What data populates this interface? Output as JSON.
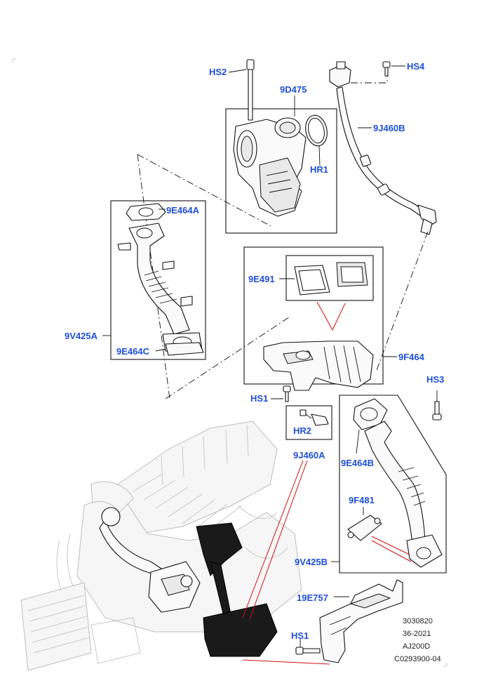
{
  "callouts": {
    "hs2": "HS2",
    "p9d475": "9D475",
    "hr1": "HR1",
    "hs4": "HS4",
    "p9j460b": "9J460B",
    "p9e464a": "9E464A",
    "p9v425a": "9V425A",
    "p9e464c": "9E464C",
    "p9e491": "9E491",
    "p9f464": "9F464",
    "hs3": "HS3",
    "hs1_top": "HS1",
    "hr2": "HR2",
    "p9j460a": "9J460A",
    "p9e464b": "9E464B",
    "p9f481": "9F481",
    "p9v425b": "9V425B",
    "p19e757": "19E757",
    "hs1_bottom": "HS1"
  },
  "reference": {
    "line1": "3030820",
    "line2": "36-2021",
    "line3": "AJ200D",
    "line4": "C0293900-04"
  },
  "colors": {
    "callout": "#1f4fd8",
    "highlight_line": "#d01010"
  }
}
